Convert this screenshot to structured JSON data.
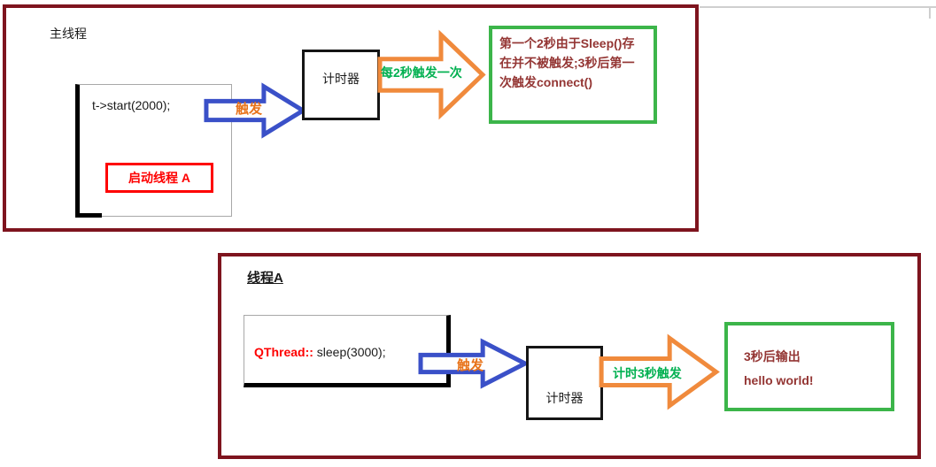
{
  "page": {
    "background": "#ffffff"
  },
  "colors": {
    "frame_maroon": "#7e141e",
    "box_black": "#151515",
    "box_red": "#fe0000",
    "box_green": "#3cb54a",
    "arrow_blue": "#3a50c8",
    "arrow_orange": "#f08a3c",
    "text_green": "#00b050",
    "text_orange": "#e8731a",
    "text_maroon": "#943634"
  },
  "main_thread": {
    "title": "主线程",
    "code": "t->start(2000);",
    "start_box_label": "启动线程 A",
    "trigger_label": "触发",
    "timer_label": "计时器",
    "arrow_caption": "每2秒触发一次",
    "note": "第一个2秒由于Sleep()存在并不被触发;3秒后第一次触发connect()"
  },
  "thread_a": {
    "title": "线程A",
    "code_prefix": "QThread::",
    "code_rest": " sleep(3000);",
    "trigger_label": "触发",
    "timer_label": "计时器",
    "arrow_caption": "计时3秒触发",
    "note_line1": "3秒后输出",
    "note_line2": "hello world!"
  }
}
